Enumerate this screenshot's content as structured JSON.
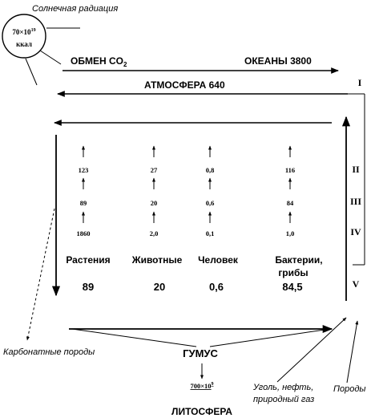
{
  "sun": {
    "caption": "Солнечная радиация",
    "energy_base": "70×10",
    "energy_exp": "19",
    "energy_unit": "ккал"
  },
  "exchange": {
    "label": "ОБМЕН CO",
    "label_sub": "2",
    "oceans": "ОКЕАНЫ 3800"
  },
  "atmosphere": "АТМОСФЕРА 640",
  "levels": [
    "I",
    "II",
    "III",
    "IV",
    "V"
  ],
  "columns": [
    {
      "name": "Растения",
      "name2": "",
      "v1": "123",
      "v2": "89",
      "v3": "1860",
      "total": "89"
    },
    {
      "name": "Животные",
      "name2": "",
      "v1": "27",
      "v2": "20",
      "v3": "2,0",
      "total": "20"
    },
    {
      "name": "Человек",
      "name2": "",
      "v1": "0,8",
      "v2": "0,6",
      "v3": "0,1",
      "total": "0,6"
    },
    {
      "name": "Бактерии,",
      "name2": "грибы",
      "v1": "116",
      "v2": "84",
      "v3": "1,0",
      "total": "84,5"
    }
  ],
  "bottom": {
    "carbonate": "Карбонатные породы",
    "humus": "ГУМУС",
    "humus_base": "700×10",
    "humus_exp": "9",
    "fuel_line1": "Уголь, нефть,",
    "fuel_line2": "природный газ",
    "rocks": "Породы",
    "lithosphere": "ЛИТОСФЕРА"
  }
}
